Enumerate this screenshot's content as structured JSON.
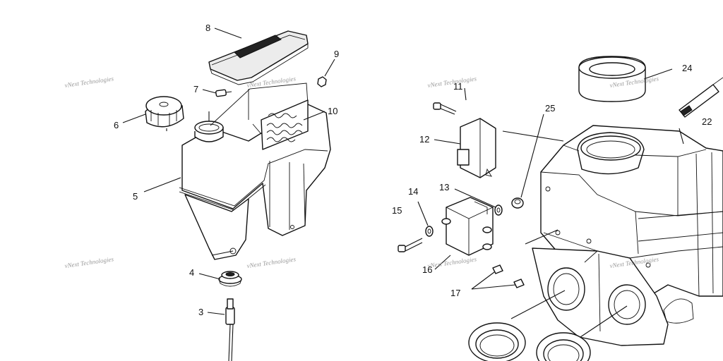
{
  "callouts": [
    {
      "id": "8",
      "label": "8"
    },
    {
      "id": "9",
      "label": "9"
    },
    {
      "id": "7",
      "label": "7"
    },
    {
      "id": "10",
      "label": "10"
    },
    {
      "id": "6",
      "label": "6"
    },
    {
      "id": "5",
      "label": "5"
    },
    {
      "id": "4",
      "label": "4"
    },
    {
      "id": "3",
      "label": "3"
    },
    {
      "id": "11",
      "label": "11"
    },
    {
      "id": "12",
      "label": "12"
    },
    {
      "id": "13",
      "label": "13"
    },
    {
      "id": "14",
      "label": "14"
    },
    {
      "id": "15",
      "label": "15"
    },
    {
      "id": "16",
      "label": "16"
    },
    {
      "id": "17",
      "label": "17"
    },
    {
      "id": "22",
      "label": "22"
    },
    {
      "id": "24",
      "label": "24"
    },
    {
      "id": "25",
      "label": "25"
    }
  ],
  "watermark": {
    "text": "vNext Technologies"
  },
  "colors": {
    "line": "#111111",
    "watermark": "#9a9a9a",
    "background": "#ffffff"
  }
}
